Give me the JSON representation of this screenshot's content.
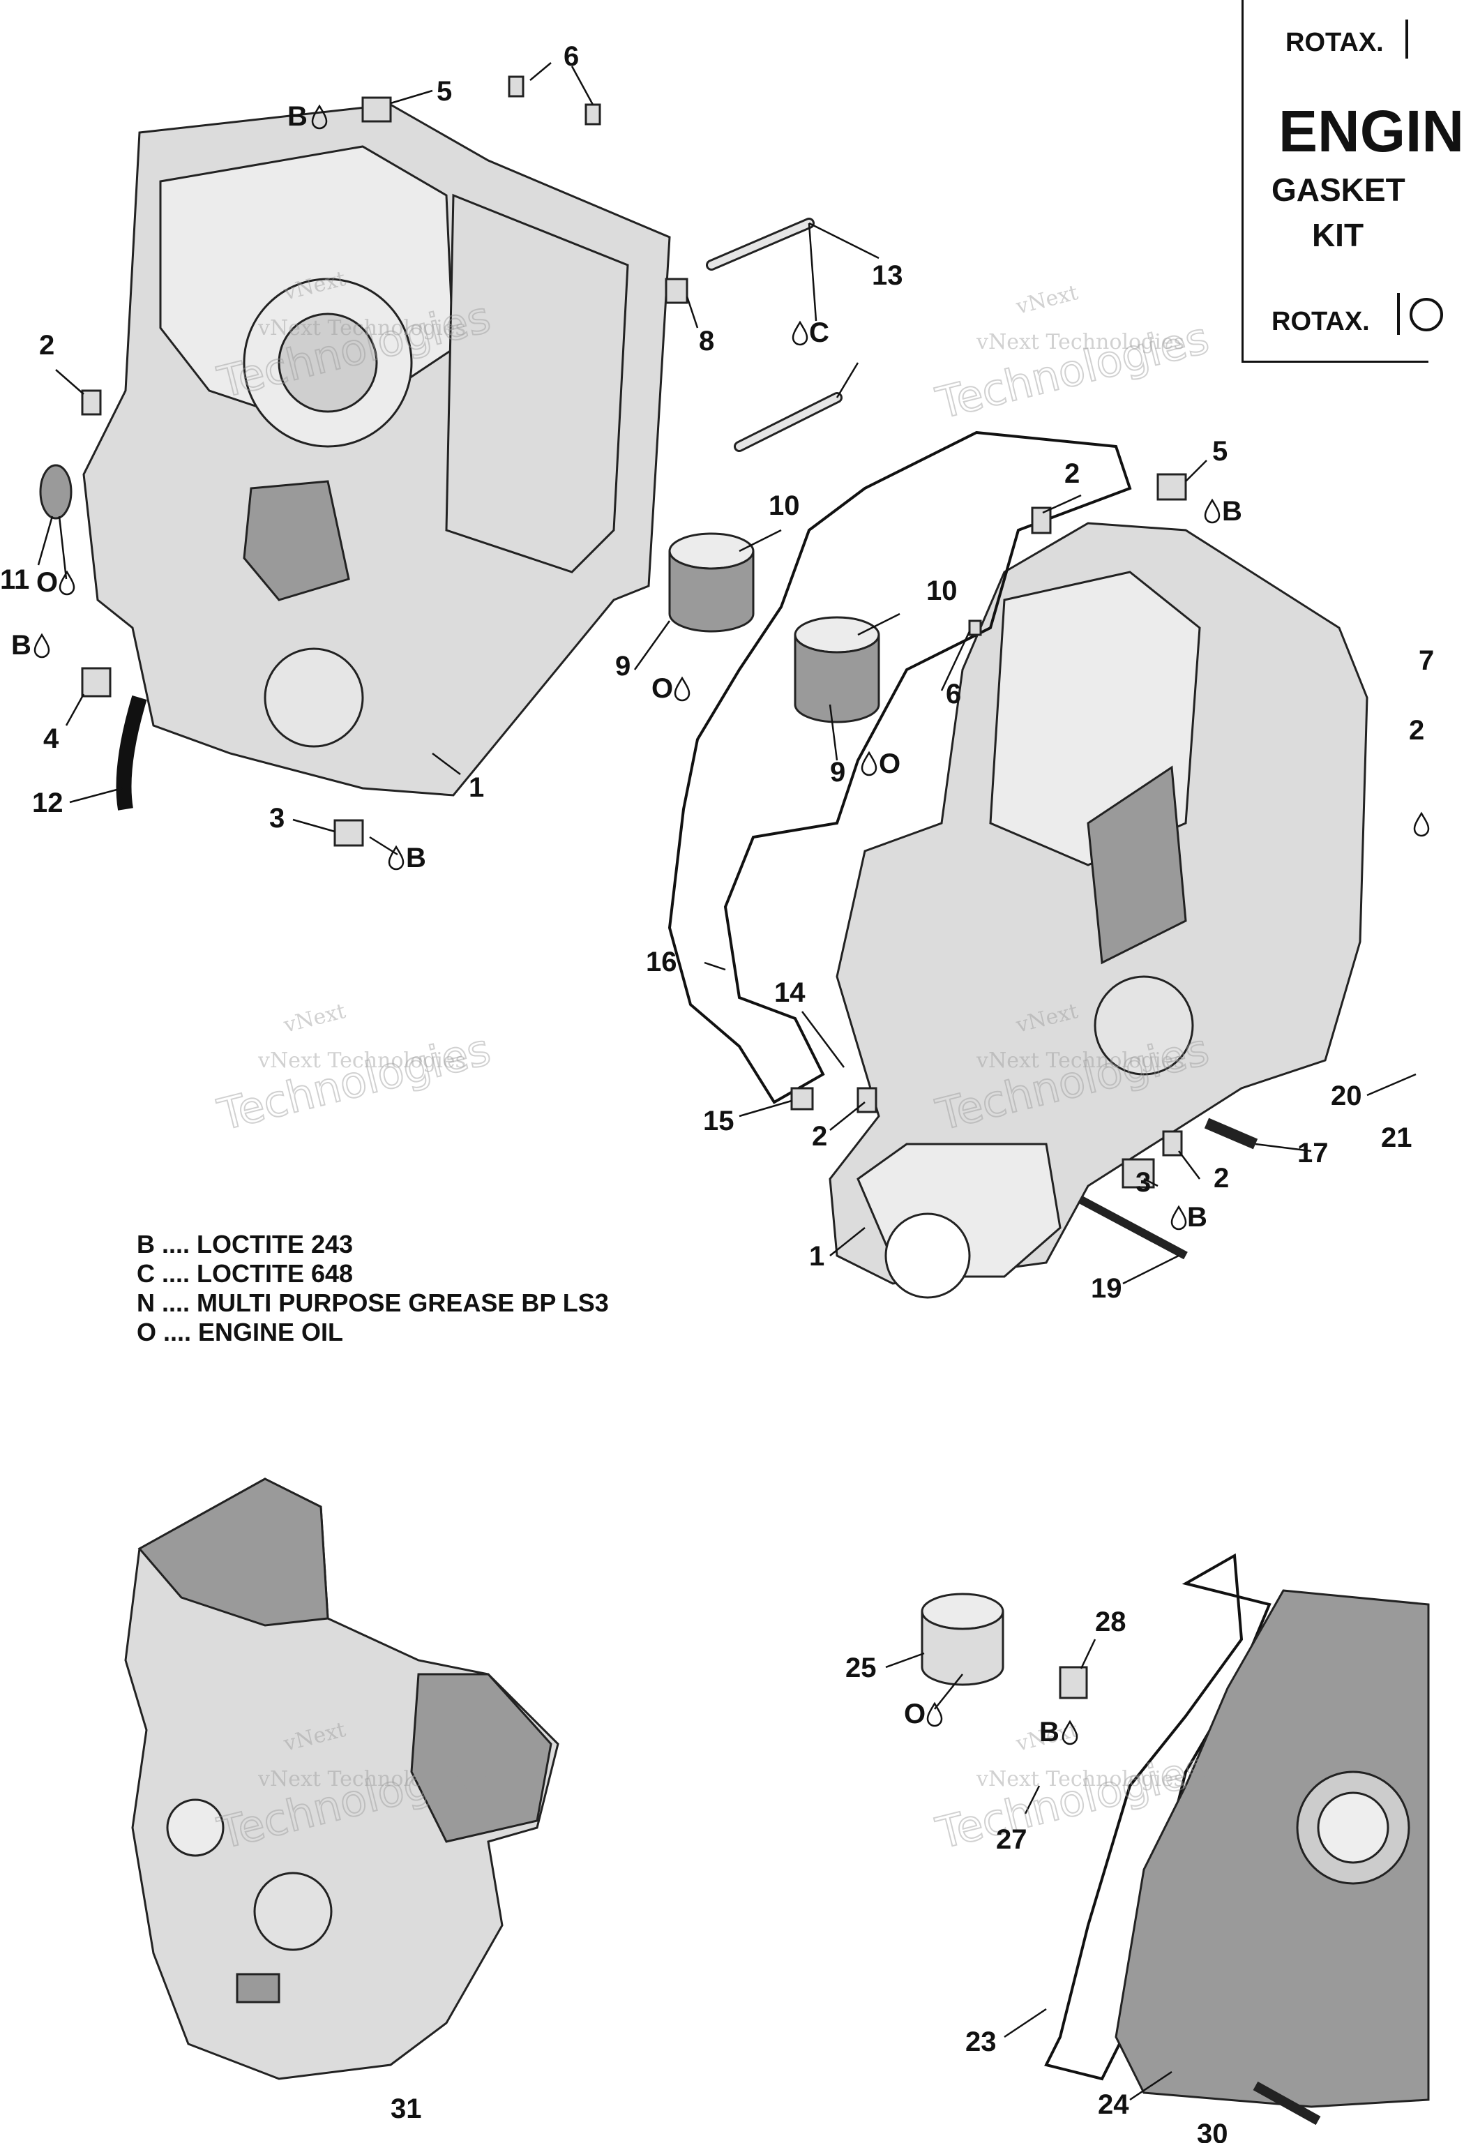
{
  "kit_box": {
    "brand_top": "ROTAX.",
    "title": "ENGIN",
    "subtitle_1": "GASKET",
    "subtitle_2": "KIT",
    "brand_bottom": "ROTAX."
  },
  "watermark": {
    "line1": "vNext",
    "line2": "vNext Technologies",
    "line3": "Technologies"
  },
  "legend": [
    "B .... LOCTITE 243",
    "C .... LOCTITE 648",
    "N .... MULTI PURPOSE GREASE BP LS3",
    "O .... ENGINE OIL"
  ],
  "callouts": {
    "c1": "1",
    "c1b": "1",
    "c2a": "2",
    "c2b": "2",
    "c2c": "2",
    "c2d": "2",
    "c2e": "2",
    "c3a": "3",
    "c3b": "3",
    "c4": "4",
    "c5a": "5",
    "c5b": "5",
    "c6a": "6",
    "c6b": "6",
    "c7": "7",
    "c8": "8",
    "c9a": "9",
    "c9b": "9",
    "c10a": "10",
    "c10b": "10",
    "c11": "11",
    "c12": "12",
    "c13": "13",
    "c14": "14",
    "c15": "15",
    "c16": "16",
    "c17": "17",
    "c19": "19",
    "c20": "20",
    "c21": "21",
    "c23": "23",
    "c24": "24",
    "c25": "25",
    "c27": "27",
    "c28": "28",
    "c30": "30",
    "c31": "31"
  },
  "lube_marks": {
    "b": "B",
    "c": "C",
    "o": "O"
  },
  "icons": [
    "drop-icon",
    "rotax-logo",
    "brp-logo"
  ]
}
